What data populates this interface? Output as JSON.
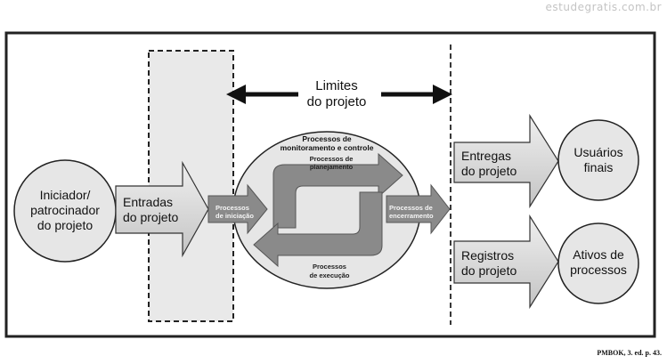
{
  "watermark": "estudegratis.com.br",
  "caption": "PMBOK, 3. ed. p. 43.",
  "boundary": {
    "line1": "Limites",
    "line2": "do projeto"
  },
  "initiator": {
    "line1": "Iniciador/",
    "line2": "patrocinador",
    "line3": "do projeto"
  },
  "inputs": {
    "line1": "Entradas",
    "line2": "do projeto"
  },
  "initiation": {
    "line1": "Processos",
    "line2": "de iniciação"
  },
  "monitoring": {
    "line1": "Processos de",
    "line2": "monitoramento e controle"
  },
  "planning": {
    "line1": "Processos de",
    "line2": "planejamento"
  },
  "execution": {
    "line1": "Processos",
    "line2": "de execução"
  },
  "closing": {
    "line1": "Processos de",
    "line2": "encerramento"
  },
  "deliverables": {
    "line1": "Entregas",
    "line2": "do projeto"
  },
  "end_users": {
    "line1": "Usuários",
    "line2": "finais"
  },
  "records": {
    "line1": "Registros",
    "line2": "do projeto"
  },
  "assets": {
    "line1": "Ativos de",
    "line2": "processos"
  }
}
